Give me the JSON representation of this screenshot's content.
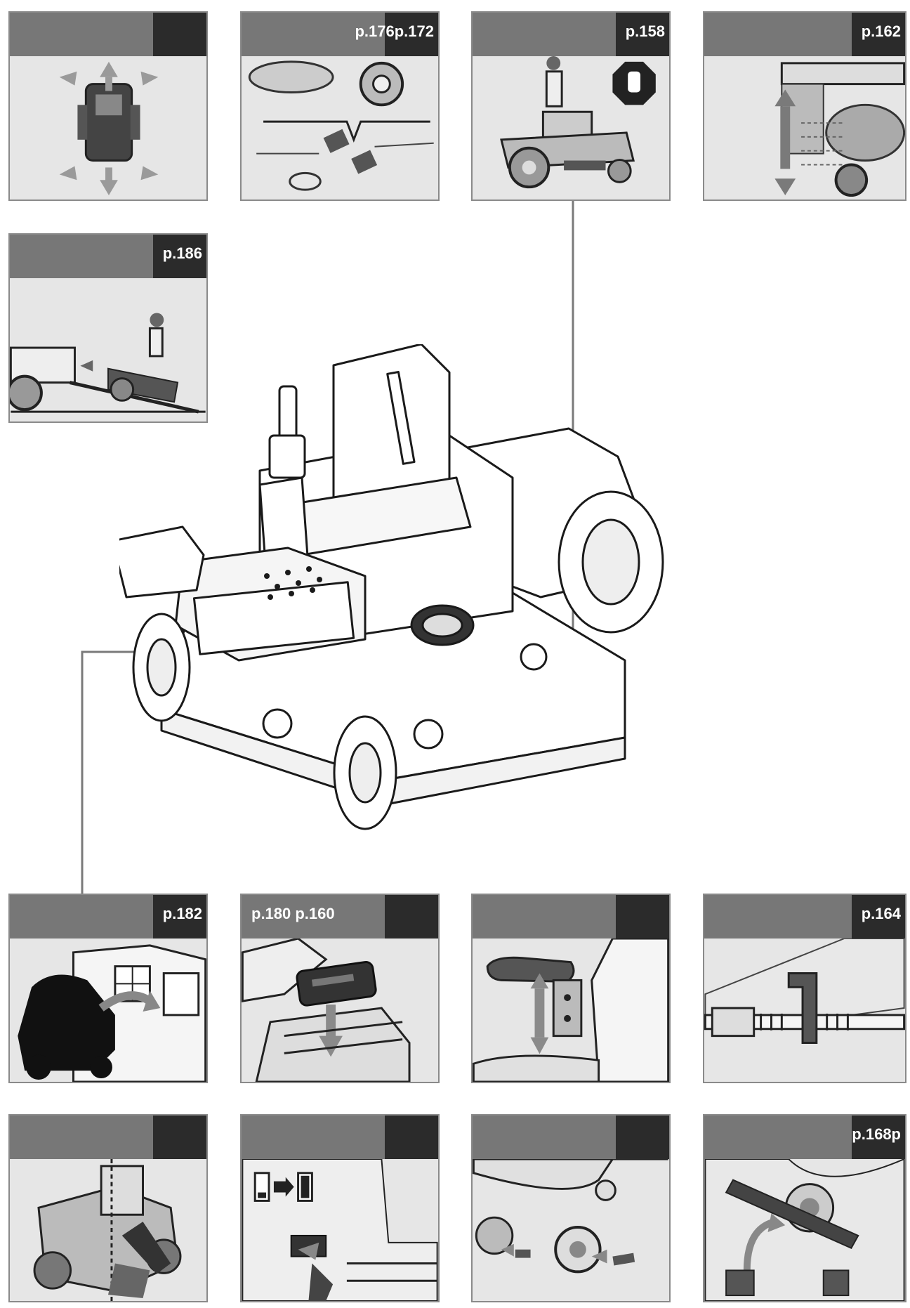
{
  "panels": {
    "p1": {
      "page": ""
    },
    "p2": {
      "page": "p.176p.172"
    },
    "p3": {
      "page": "p.158"
    },
    "p4": {
      "page": "p.162"
    },
    "p5": {
      "page": "p.186"
    },
    "p6": {
      "page": "p.182"
    },
    "p7": {
      "page": "p.180 p.160"
    },
    "p8": {
      "page": ""
    },
    "p9": {
      "page": "p.164"
    },
    "p10": {
      "page": ""
    },
    "p11": {
      "page": ""
    },
    "p12": {
      "page": ""
    },
    "p13": {
      "page": "p.168p"
    }
  },
  "icons": {
    "stop": "hand-stop-icon",
    "move": "move-arrows-icon",
    "battery": "battery-charge-icon",
    "trash": "recycle-bin-icon"
  },
  "colors": {
    "header": "#777777",
    "header_block": "#2b2b2b",
    "panel_bg": "#e6e6e6",
    "border": "#8a8a8a"
  }
}
